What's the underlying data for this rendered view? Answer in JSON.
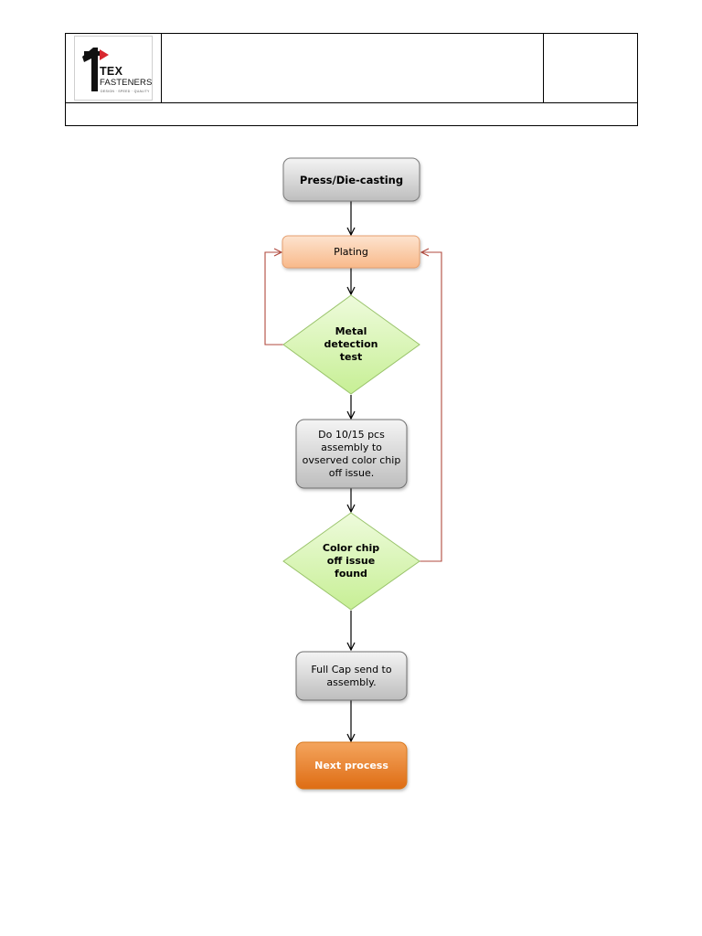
{
  "header": {
    "brand_name": "TEX",
    "brand_sub": "FASTENERS",
    "brand_tagline": "DESIGN · SPEED · QUALITY"
  },
  "flowchart": {
    "nodes": [
      {
        "id": "press",
        "label": "Press/Die-casting"
      },
      {
        "id": "plating",
        "label": "Plating"
      },
      {
        "id": "metal",
        "label": "Metal detection test"
      },
      {
        "id": "assembly",
        "label": "Do 10/15 pcs assembly to ovserved color chip off issue."
      },
      {
        "id": "colorchip",
        "label": "Color chip off issue found"
      },
      {
        "id": "fullcap",
        "label": "Full Cap send to assembly."
      },
      {
        "id": "next",
        "label": "Next process"
      }
    ],
    "edges": [
      {
        "from": "press",
        "to": "plating"
      },
      {
        "from": "plating",
        "to": "metal"
      },
      {
        "from": "metal",
        "to": "assembly"
      },
      {
        "from": "metal",
        "to": "plating"
      },
      {
        "from": "assembly",
        "to": "colorchip"
      },
      {
        "from": "colorchip",
        "to": "plating"
      },
      {
        "from": "colorchip",
        "to": "fullcap"
      },
      {
        "from": "fullcap",
        "to": "next"
      }
    ]
  },
  "colors": {
    "gray_box": "#d2d2d2",
    "plating_box": "#fbc9a2",
    "diamond": "#d6f5b0",
    "next_box": "#ea7d22",
    "loop_line": "#b04a3e"
  }
}
